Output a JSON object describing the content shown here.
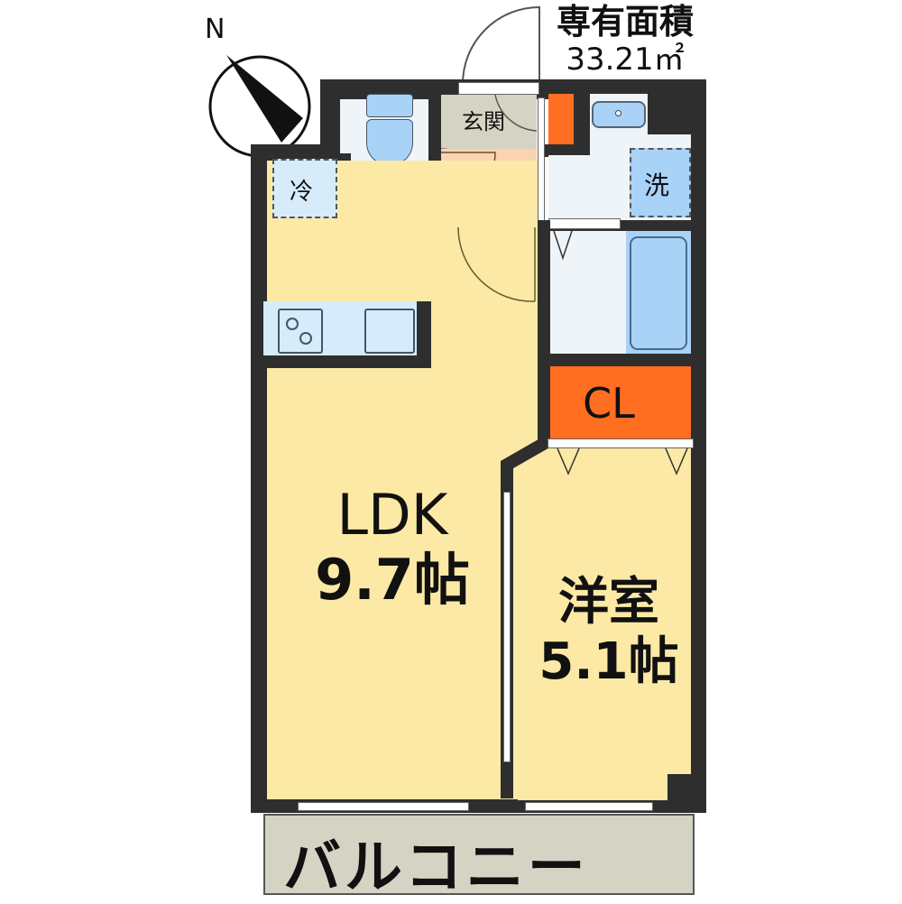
{
  "compass": {
    "label": "N",
    "icon": "north-arrow-icon"
  },
  "area": {
    "label": "専有面積",
    "value": "33.21㎡"
  },
  "rooms": {
    "ldk": {
      "name": "LDK",
      "size": "9.7帖"
    },
    "western": {
      "name": "洋室",
      "size": "5.1帖"
    },
    "closet": {
      "name": "CL"
    },
    "entrance": {
      "name": "玄関"
    },
    "fridge": {
      "name": "冷"
    },
    "washer": {
      "name": "洗"
    },
    "balcony": {
      "name": "バルコニー"
    }
  },
  "colors": {
    "wall": "#2e2e2e",
    "floor": "#fce9a6",
    "wet_area": "#eef4f8",
    "fixture": "#a9d2f7",
    "entrance": "#d5d3c3",
    "hall": "#fbd3b2",
    "closet": "#ff6e21",
    "balcony": "#d5d3c3"
  }
}
